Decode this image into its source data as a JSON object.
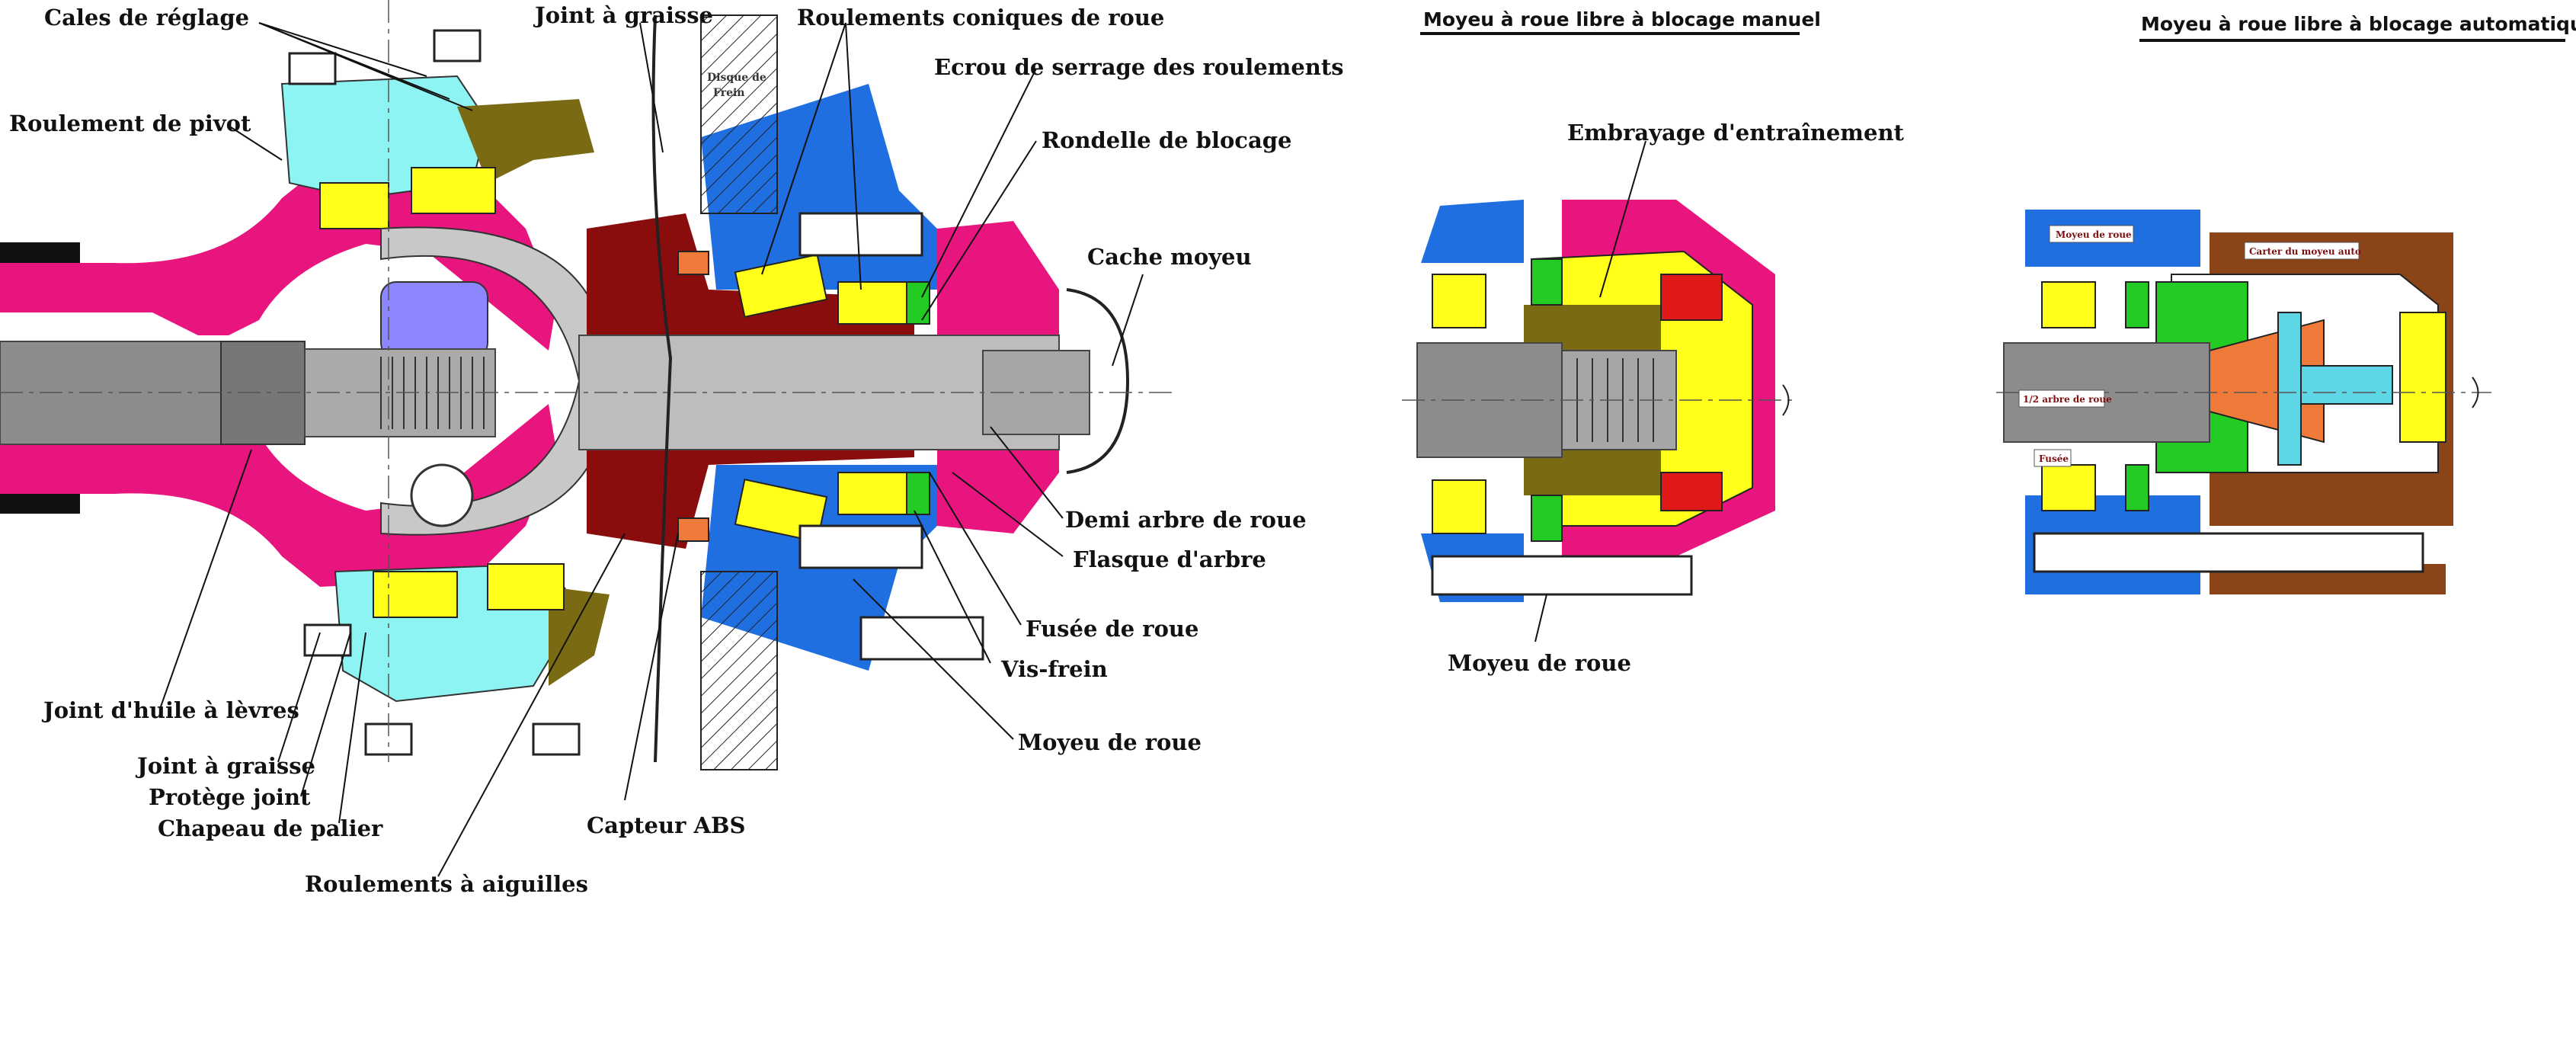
{
  "left_diagram": {
    "labels": [
      "Cales de réglage",
      "Roulement de pivot",
      "Joint à graisse",
      "Roulements coniques de roue",
      "Ecrou de serrage des roulements",
      "Rondelle de blocage",
      "Cache moyeu",
      "Demi arbre de roue",
      "Flasque d'arbre",
      "Fusée de roue",
      "Vis-frein",
      "Moyeu de roue",
      "Capteur ABS",
      "Roulements à aiguilles",
      "Chapeau de palier",
      "Protège joint",
      "Joint à graisse",
      "Joint d'huile à lèvres"
    ],
    "disc_label_line1": "Disque de",
    "disc_label_line2": "Frein"
  },
  "manual_hub": {
    "title": "Moyeu à roue libre à blocage manuel",
    "labels": [
      "Embrayage d'entraînement",
      "Moyeu de roue"
    ]
  },
  "auto_hub": {
    "title": "Moyeu à roue libre à blocage automatique",
    "labels": [
      "Moyeu de roue",
      "Carter du moyeu auto",
      "1/2 arbre de roue",
      "Fusée"
    ]
  },
  "colors": {
    "magenta": "#e8157f",
    "cyan": "#8df3f3",
    "olive": "#7a6a14",
    "darkred": "#8a0d0d",
    "blue": "#1f6fe0",
    "yellow": "#ffff1a",
    "green": "#22cc22",
    "gray": "#8c8c8c",
    "lightgray": "#c8c8c8",
    "orange": "#f07a3a",
    "brown": "#8a4418",
    "purple": "#8c86ff",
    "red": "#e11818"
  }
}
